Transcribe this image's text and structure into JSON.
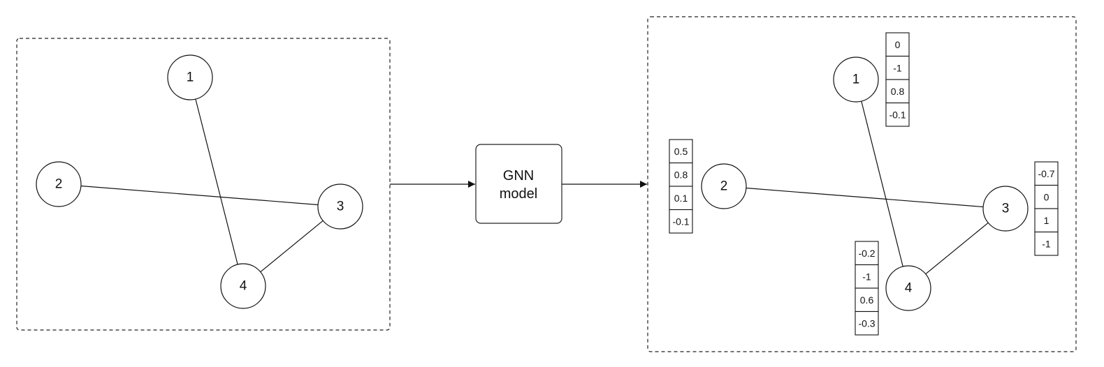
{
  "model_box": {
    "line1": "GNN",
    "line2": "model"
  },
  "input_graph": {
    "nodes": [
      {
        "id": "1",
        "label": "1"
      },
      {
        "id": "2",
        "label": "2"
      },
      {
        "id": "3",
        "label": "3"
      },
      {
        "id": "4",
        "label": "4"
      }
    ],
    "edges": [
      [
        "1",
        "4"
      ],
      [
        "2",
        "3"
      ],
      [
        "3",
        "4"
      ]
    ]
  },
  "output_graph": {
    "nodes": [
      {
        "id": "1",
        "label": "1",
        "embedding": [
          "0",
          "-1",
          "0.8",
          "-0.1"
        ]
      },
      {
        "id": "2",
        "label": "2",
        "embedding": [
          "0.5",
          "0.8",
          "0.1",
          "-0.1"
        ]
      },
      {
        "id": "3",
        "label": "3",
        "embedding": [
          "-0.7",
          "0",
          "1",
          "-1"
        ]
      },
      {
        "id": "4",
        "label": "4",
        "embedding": [
          "-0.2",
          "-1",
          "0.6",
          "-0.3"
        ]
      }
    ],
    "edges": [
      [
        "1",
        "4"
      ],
      [
        "2",
        "3"
      ],
      [
        "3",
        "4"
      ]
    ]
  }
}
